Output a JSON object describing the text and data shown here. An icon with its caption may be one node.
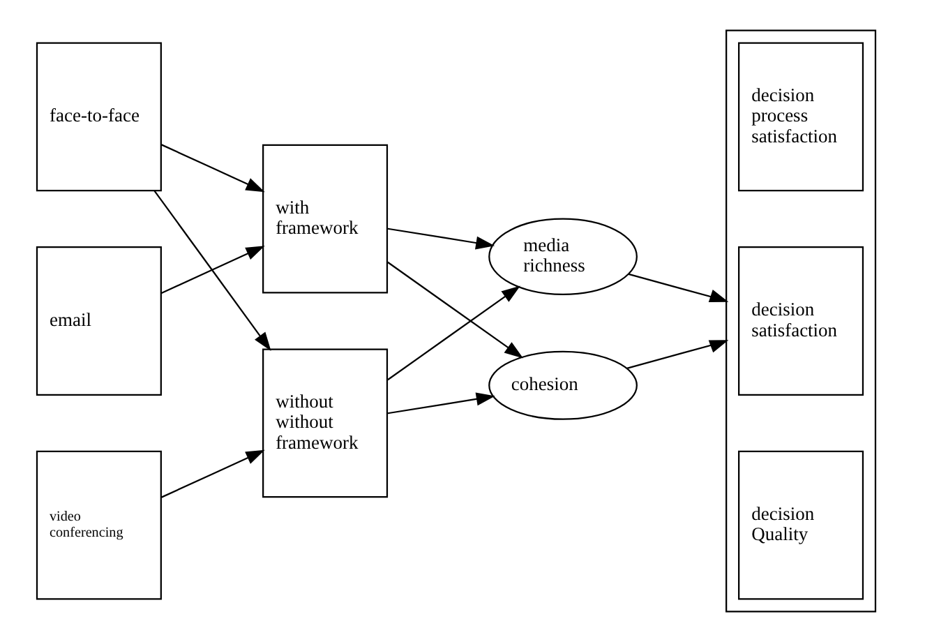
{
  "diagram": {
    "nodes": [
      {
        "text": [
          "face-to-face"
        ]
      },
      {
        "text": [
          "email"
        ]
      },
      {
        "text": [
          "video conferencing"
        ]
      },
      {
        "text": [
          "with framework"
        ]
      },
      {
        "text": [
          "without without framework"
        ]
      },
      {
        "text": [
          "media richness"
        ]
      },
      {
        "text": [
          "cohesion"
        ]
      },
      {
        "text": [],
        "shape": "box"
      },
      {
        "text": [
          "decision process satisfaction"
        ],
        "in": 7
      },
      {
        "text": [
          "decision satisfaction"
        ],
        "in": 7
      },
      {
        "text": [
          "decision Quality"
        ],
        "in": 7
      }
    ],
    "edges": [
      {
        "from": 0,
        "to": 3,
        "arrow": "to"
      },
      {
        "from": 0,
        "to": 4,
        "arrow": "to"
      },
      {
        "from": 1,
        "to": 3,
        "arrow": "to"
      },
      {
        "from": 2,
        "to": 4,
        "arrow": "to"
      },
      {
        "from": 3,
        "to": 5,
        "arrow": "to"
      },
      {
        "from": 3,
        "to": 6,
        "arrow": "to"
      },
      {
        "from": 4,
        "to": 5,
        "arrow": "to"
      },
      {
        "from": 4,
        "to": 6,
        "arrow": "to"
      },
      {
        "from": 5,
        "to": 7,
        "arrow": "to"
      },
      {
        "from": 6,
        "to": 7,
        "arrow": "to"
      }
    ]
  }
}
